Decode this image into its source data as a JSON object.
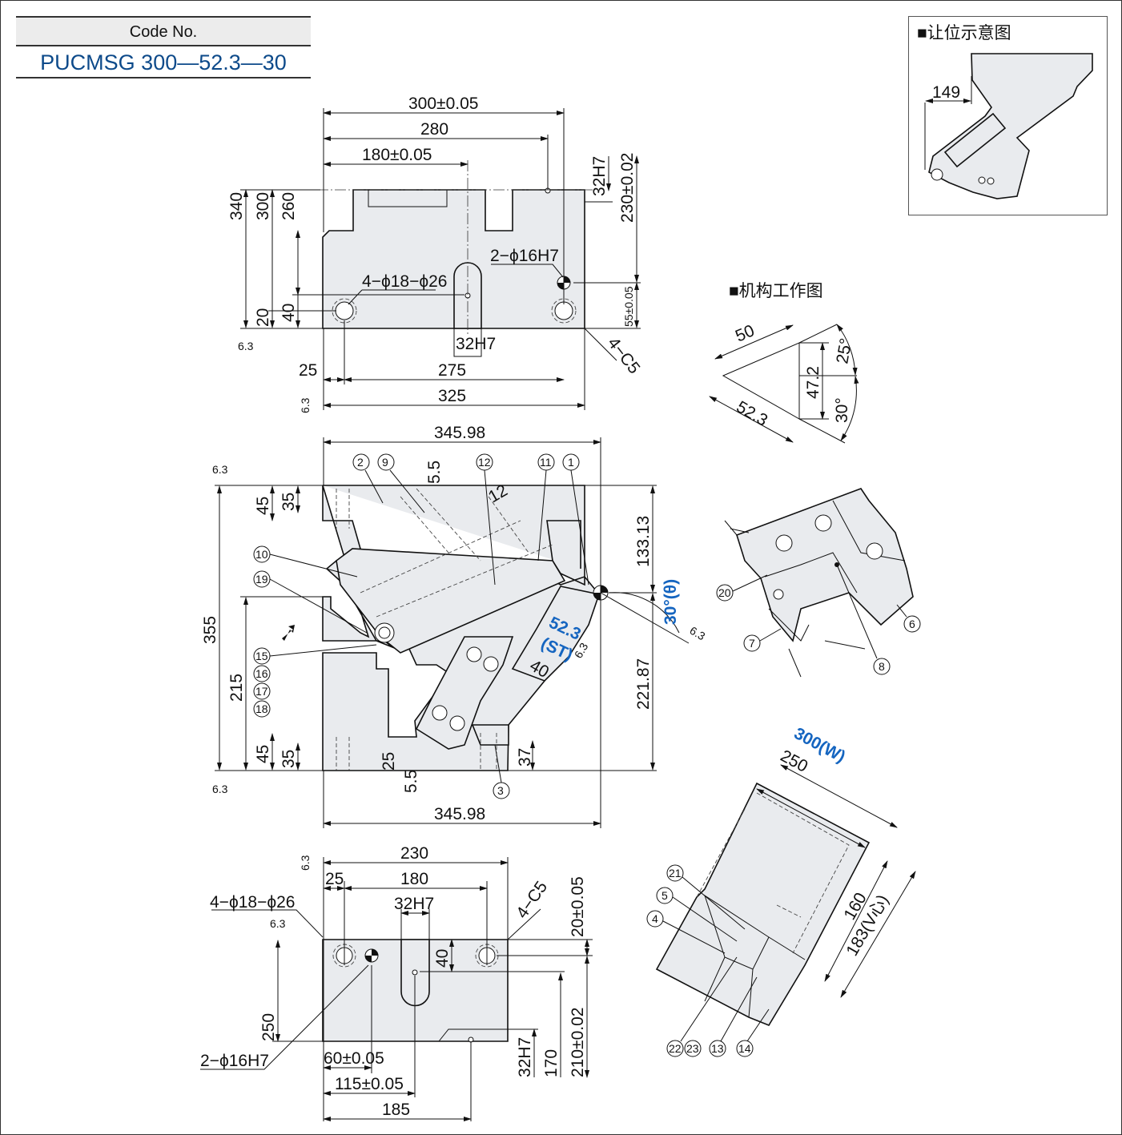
{
  "header": {
    "code_label": "Code No.",
    "code_value": "PUCMSG 300—52.3—30"
  },
  "colors": {
    "code_text": "#0d4a8a",
    "accent_blue": "#1565c0",
    "part_fill": "#e9ebee"
  },
  "inset_clearance": {
    "title": "■让位示意图",
    "dim": "149"
  },
  "mechanism_title": "■机构工作图",
  "mechanism_dims": [
    "50",
    "47.2",
    "52.3",
    "25°",
    "30°"
  ],
  "top_view": {
    "dims": [
      "300±0.05",
      "280",
      "180±0.05",
      "32H7",
      "230±0.02",
      "340",
      "300",
      "260",
      "20",
      "40",
      "2−ϕ16H7",
      "4−ϕ18−ϕ26",
      "55±0.05",
      "32H7",
      "4−C5",
      "25",
      "275",
      "325",
      "6.3",
      "6.3"
    ]
  },
  "front_view": {
    "dims": [
      "345.98",
      "5.5",
      "12",
      "45",
      "35",
      "355",
      "215",
      "45",
      "35",
      "133.13",
      "30°(θ)",
      "52.3",
      "(ST)",
      "40",
      "221.87",
      "25",
      "5.5",
      "37",
      "345.98",
      "6.3",
      "6.3",
      "6.3",
      "6.3"
    ],
    "callouts": [
      "2",
      "9",
      "12",
      "11",
      "1",
      "10",
      "19",
      "15",
      "16",
      "17",
      "18",
      "3"
    ]
  },
  "detail_view": {
    "callouts": [
      "20",
      "7",
      "8",
      "6"
    ]
  },
  "slide_view": {
    "dims": [
      "300(W)",
      "250",
      "160",
      "183(V心)"
    ],
    "callouts": [
      "21",
      "5",
      "4",
      "22",
      "23",
      "13",
      "14"
    ]
  },
  "bottom_view": {
    "dims": [
      "230",
      "25",
      "180",
      "32H7",
      "4−C5",
      "4−ϕ18−ϕ26",
      "20±0.05",
      "40",
      "250",
      "2−ϕ16H7",
      "60±0.05",
      "115±0.05",
      "185",
      "32H7",
      "170",
      "210±0.02",
      "6.3",
      "6.3"
    ]
  }
}
